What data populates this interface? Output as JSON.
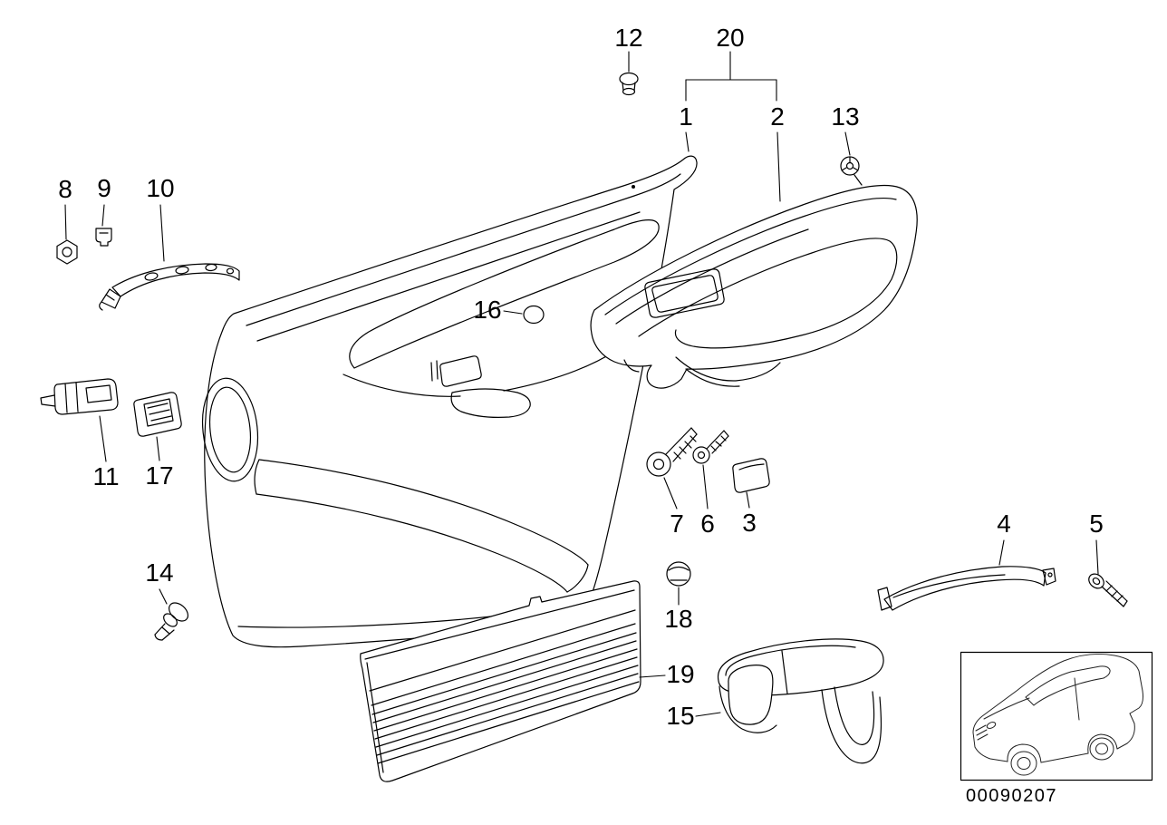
{
  "callouts": [
    {
      "label": "1"
    },
    {
      "label": "2"
    },
    {
      "label": "3"
    },
    {
      "label": "4"
    },
    {
      "label": "5"
    },
    {
      "label": "6"
    },
    {
      "label": "7"
    },
    {
      "label": "8"
    },
    {
      "label": "9"
    },
    {
      "label": "10"
    },
    {
      "label": "11"
    },
    {
      "label": "12"
    },
    {
      "label": "13"
    },
    {
      "label": "14"
    },
    {
      "label": "15"
    },
    {
      "label": "16"
    },
    {
      "label": "17"
    },
    {
      "label": "18"
    },
    {
      "label": "19"
    },
    {
      "label": "20"
    }
  ],
  "inset": {
    "code": "00090207"
  },
  "colors": {
    "line": "#000000",
    "background": "#ffffff"
  }
}
